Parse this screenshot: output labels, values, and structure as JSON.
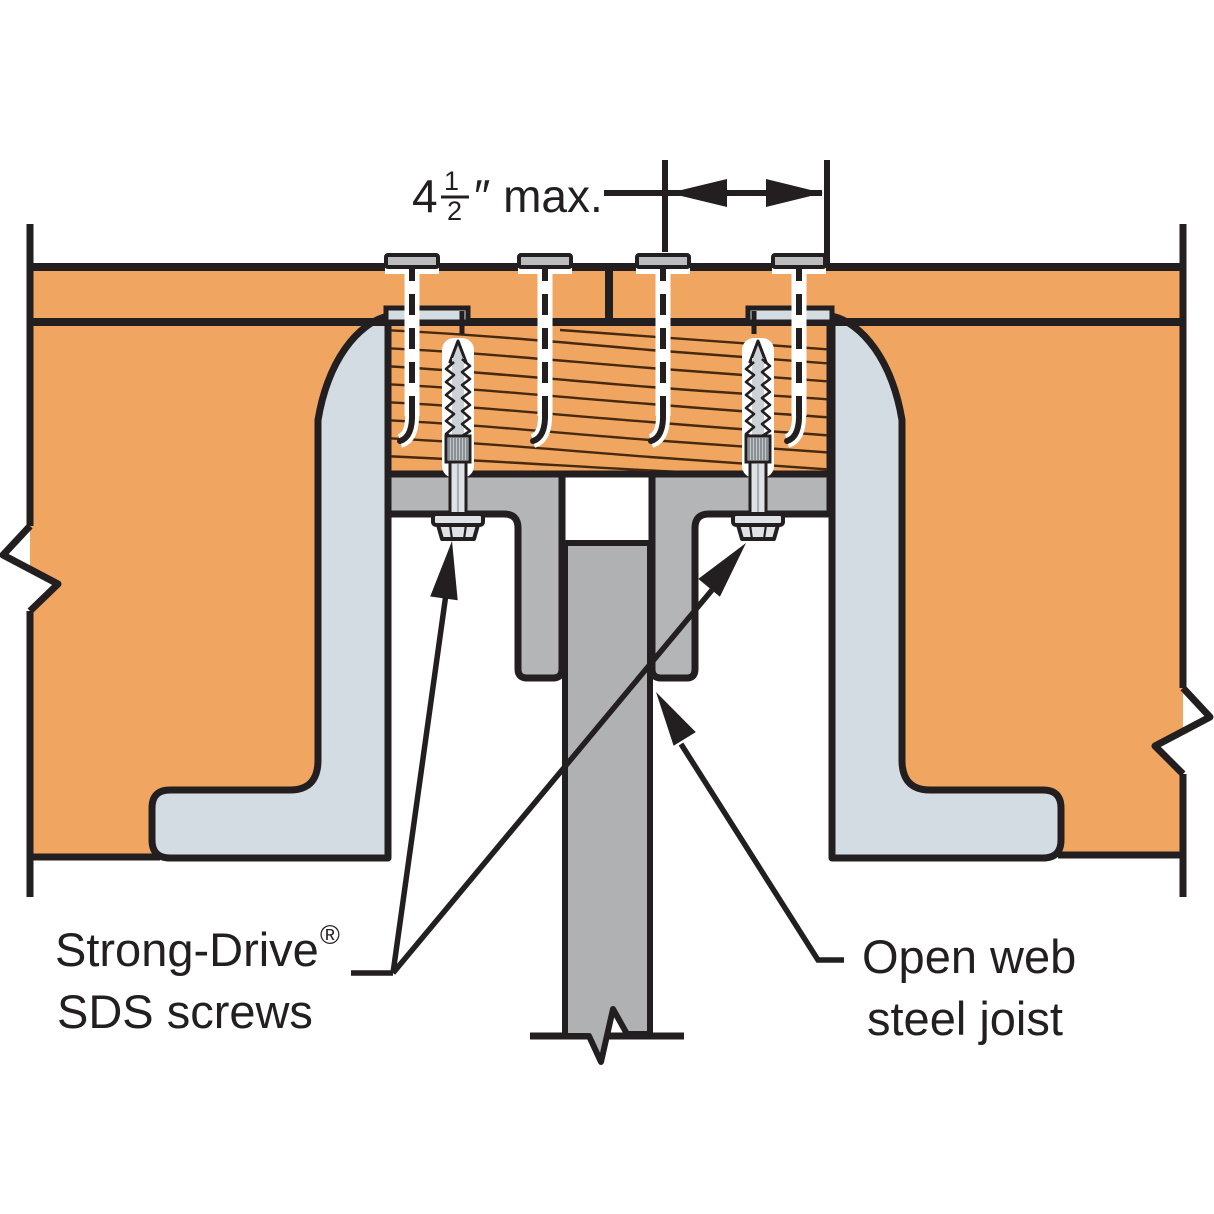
{
  "dimension": {
    "whole": "4",
    "numerator": "1",
    "denominator": "2",
    "suffix": "″ max."
  },
  "callouts": {
    "sds": {
      "line1": "Strong-Drive",
      "registered": "®",
      "line2": "SDS screws"
    },
    "joist": {
      "line1": "Open web",
      "line2": "steel joist"
    }
  },
  "colors": {
    "background": "#FFFFFF",
    "wood": "#F0A661",
    "grain": "#46290E",
    "steel_light": "#D3DCE2",
    "steel_mid": "#B4B5B7",
    "steel_web": "#AFB1B3",
    "nail_head": "#BABCBE",
    "screw_light": "#DFE3E6",
    "screw_mid": "#CDD2D6",
    "screw_dark": "#C2C7CC",
    "outline": "#231F20",
    "text": "#231F20"
  }
}
